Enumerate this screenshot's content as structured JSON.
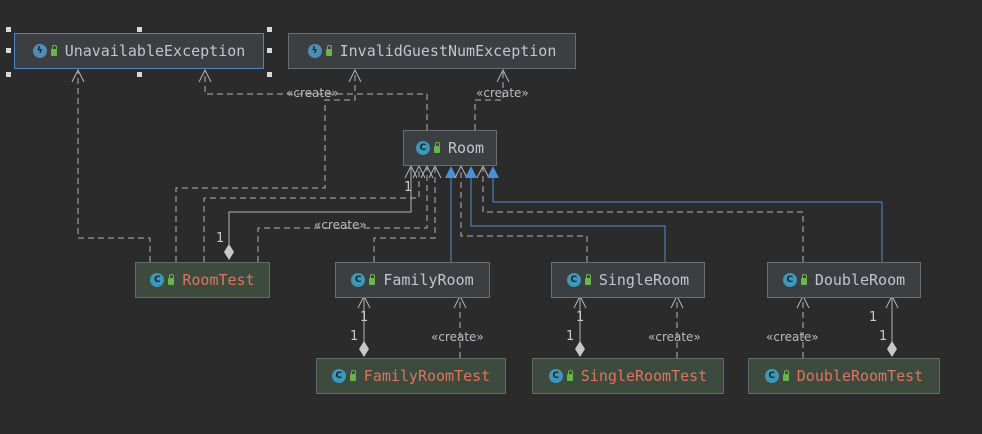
{
  "nodes": {
    "unavailable": {
      "name": "UnavailableException",
      "icon": "exception-class-icon"
    },
    "invalid": {
      "name": "InvalidGuestNumException",
      "icon": "exception-class-icon"
    },
    "room": {
      "name": "Room",
      "icon": "class-icon"
    },
    "roomtest": {
      "name": "RoomTest",
      "icon": "test-class-icon"
    },
    "familyroom": {
      "name": "FamilyRoom",
      "icon": "class-icon"
    },
    "singleroom": {
      "name": "SingleRoom",
      "icon": "class-icon"
    },
    "doubleroom": {
      "name": "DoubleRoom",
      "icon": "class-icon"
    },
    "familyroomtest": {
      "name": "FamilyRoomTest",
      "icon": "test-class-icon"
    },
    "singleroomtest": {
      "name": "SingleRoomTest",
      "icon": "test-class-icon"
    },
    "doubleroomtest": {
      "name": "DoubleRoomTest",
      "icon": "test-class-icon"
    }
  },
  "labels": {
    "create": "«create»",
    "one": "1"
  },
  "colors": {
    "background": "#2b2b2b",
    "dependency_line": "#b3b3b3",
    "inheritance_line": "#4a8fd6",
    "test_name": "#e0735c",
    "selected_border": "#4c86c6"
  }
}
